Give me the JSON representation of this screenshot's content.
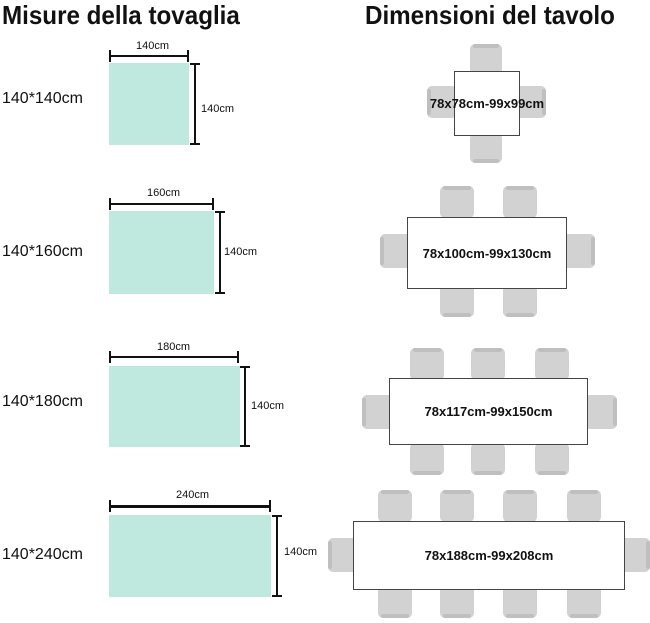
{
  "headers": {
    "tablecloth": "Misure della tovaglia",
    "table": "Dimensioni del tavolo"
  },
  "rows": [
    {
      "size": "140*140cm",
      "width_label": "140cm",
      "height_label": "140cm",
      "table_range": "78x78cm-99x99cm"
    },
    {
      "size": "140*160cm",
      "width_label": "160cm",
      "height_label": "140cm",
      "table_range": "78x100cm-99x130cm"
    },
    {
      "size": "140*180cm",
      "width_label": "180cm",
      "height_label": "140cm",
      "table_range": "78x117cm-99x150cm"
    },
    {
      "size": "140*240cm",
      "width_label": "240cm",
      "height_label": "140cm",
      "table_range": "78x188cm-99x208cm"
    }
  ],
  "colors": {
    "cloth": "#bfe9de",
    "chair": "#d2d2d2",
    "table_border": "#444444"
  }
}
